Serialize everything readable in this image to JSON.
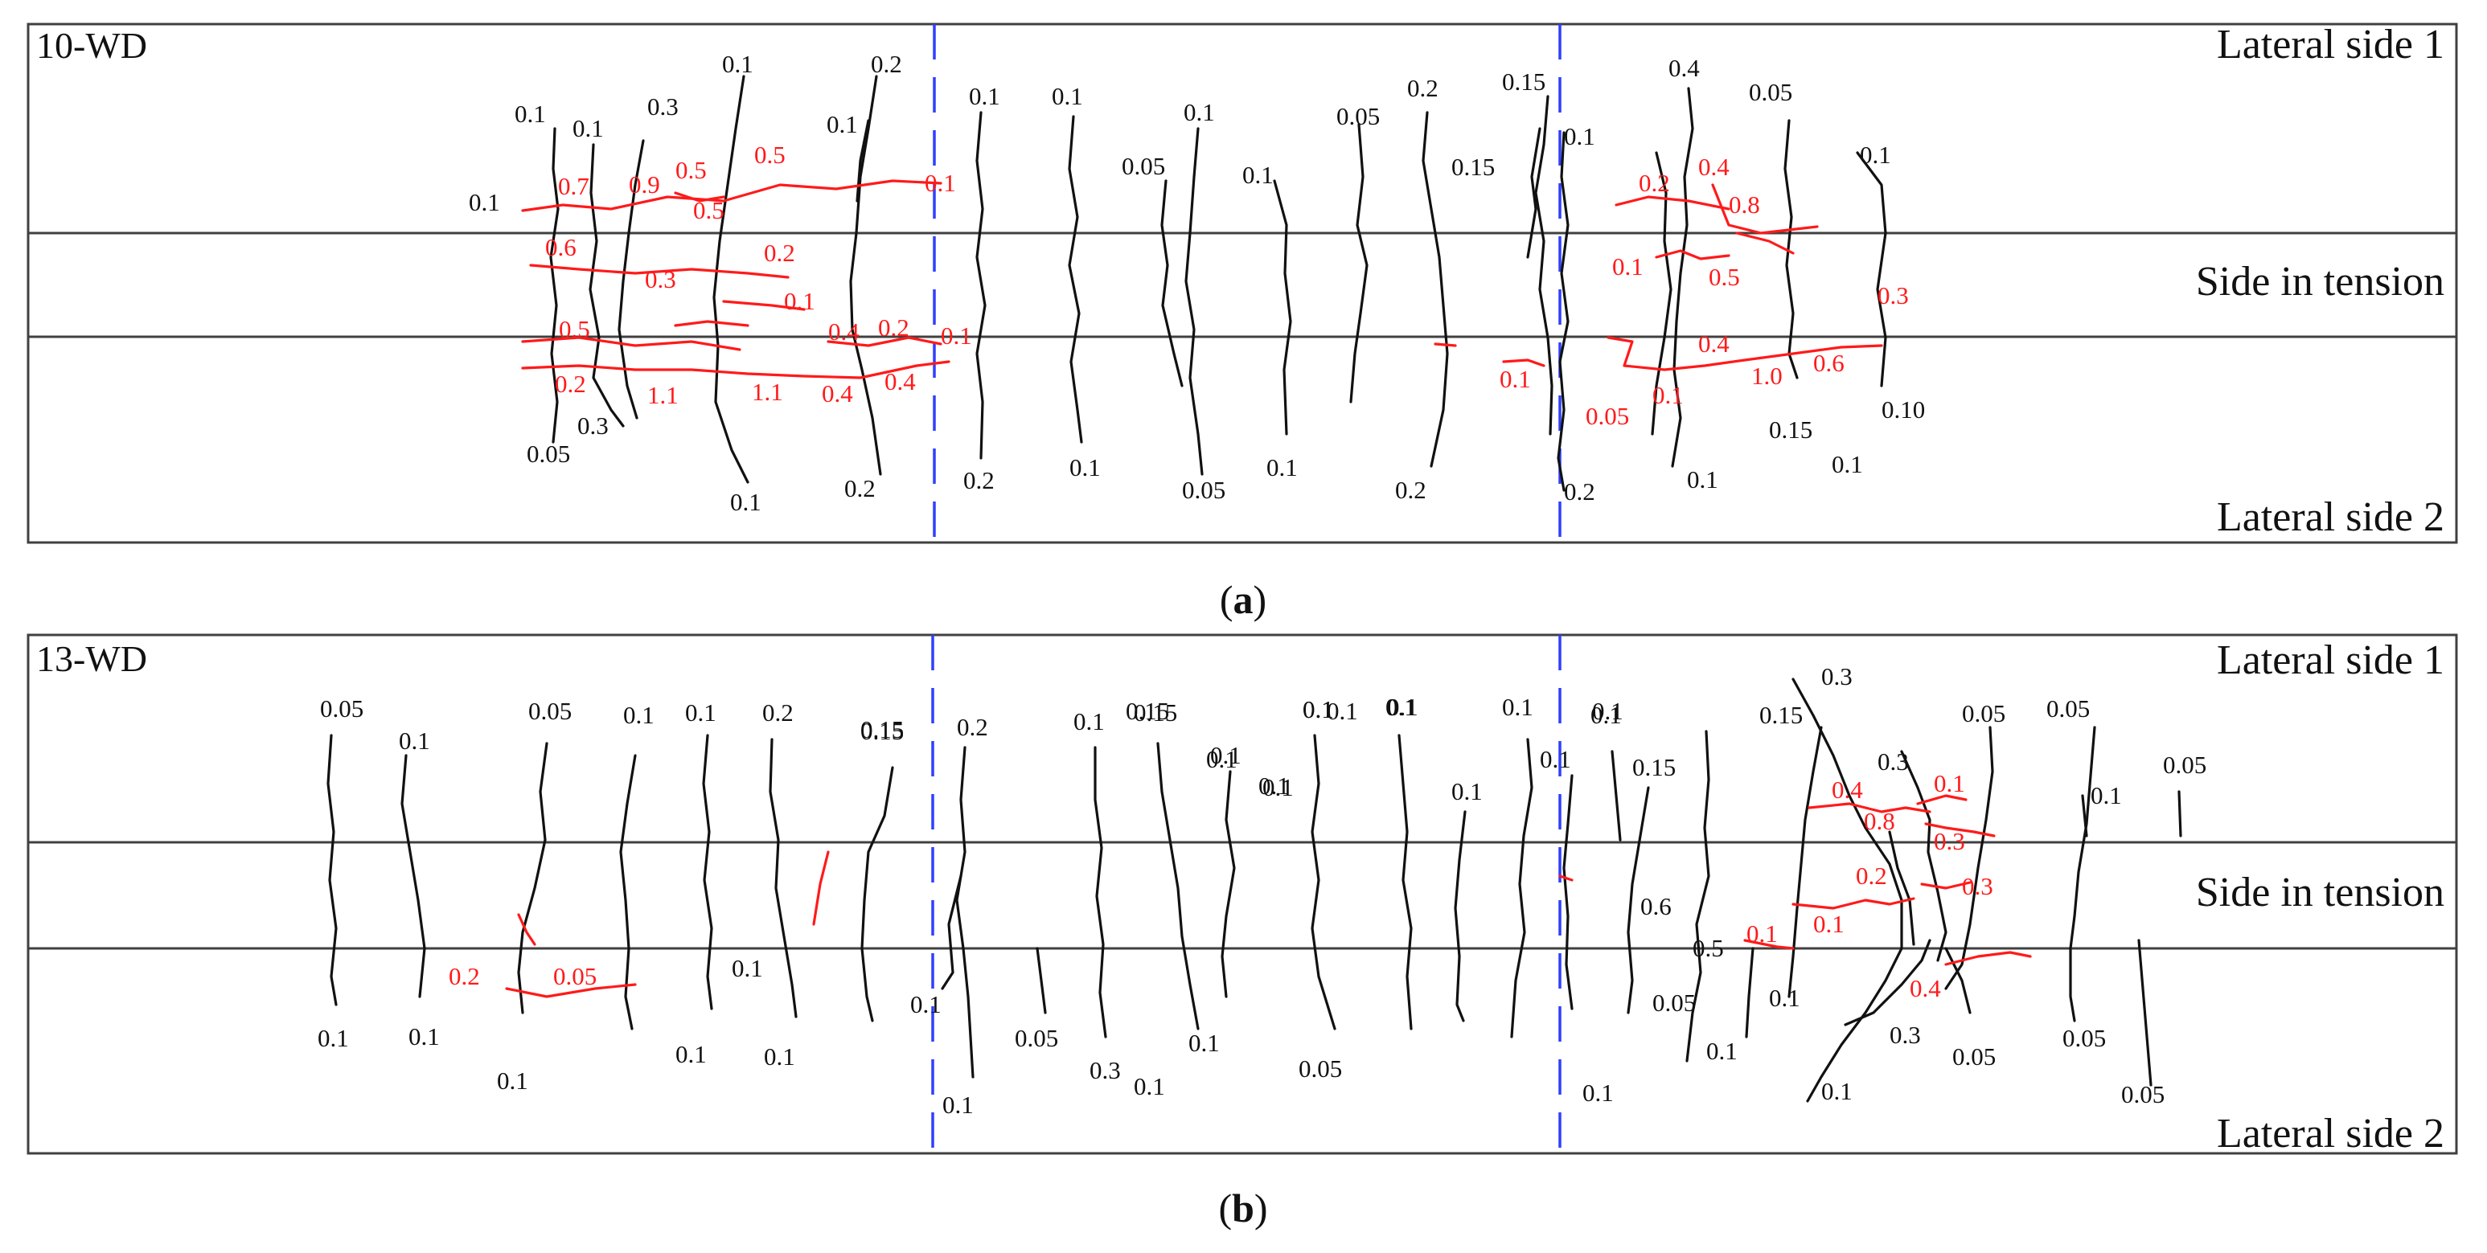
{
  "colors": {
    "frame": "#404040",
    "crack_existing": "#111111",
    "crack_new": "#ff1a1a",
    "support_lines": "#2f3fff"
  },
  "zones": {
    "top": "Lateral side 1",
    "middle": "Side in tension",
    "bottom": "Lateral side 2"
  },
  "panels": [
    {
      "id": "a",
      "specimen": "10-WD",
      "caption_letter": "a",
      "black_labels": [
        "0.1",
        "0.1",
        "0.3",
        "0.1",
        "0.2",
        "0.1",
        "0.1",
        "0.1",
        "0.1",
        "0.05",
        "0.2",
        "0.15",
        "0.4",
        "0.05",
        "0.1",
        "0.1",
        "0.15",
        "0.1",
        "0.05",
        "0.1",
        "0.3",
        "0.1",
        "0.2",
        "0.1",
        "0.05",
        "0.1",
        "0.05",
        "0.2",
        "0.2",
        "0.2",
        "0.15",
        "0.1",
        "0.10",
        "0.1"
      ],
      "red_labels": [
        "0.7",
        "0.9",
        "0.5",
        "0.5",
        "0.5",
        "0.1",
        "0.6",
        "0.2",
        "0.3",
        "0.1",
        "0.5",
        "0.4",
        "0.2",
        "0.1",
        "0.2",
        "1.1",
        "1.1",
        "0.4",
        "0.4",
        "0.2",
        "0.4",
        "0.8",
        "0.1",
        "0.5",
        "0.3",
        "0.4",
        "0.1",
        "0.05",
        "0.1",
        "1.0",
        "0.6"
      ]
    },
    {
      "id": "b",
      "specimen": "13-WD",
      "caption_letter": "b",
      "black_labels": [
        "0.05",
        "0.1",
        "0.05",
        "0.1",
        "0.1",
        "0.2",
        "0.15",
        "0.2",
        "0.1",
        "0.15",
        "0.1",
        "0.1",
        "0.1",
        "0.1",
        "0.1",
        "0.1",
        "0.1",
        "0.15",
        "0.3",
        "0.15",
        "0.3",
        "0.05",
        "0.05",
        "0.1",
        "0.05",
        "0.1",
        "0.1",
        "0.1",
        "0.15",
        "0.1",
        "0.1",
        "0.1",
        "0.1",
        "0.15",
        "0.1",
        "0.1",
        "0.05",
        "0.3",
        "0.1",
        "0.1",
        "0.1",
        "0.05",
        "0.1",
        "0.1",
        "0.1",
        "0.1",
        "0.1",
        "0.6",
        "0.5",
        "0.05",
        "0.1",
        "0.1",
        "0.1",
        "0.3",
        "0.05",
        "0.05",
        "0.1",
        "0.05"
      ],
      "red_labels": [
        "0.2",
        "0.05",
        "0.4",
        "0.8",
        "0.1",
        "0.3",
        "0.2",
        "0.3",
        "0.1",
        "0.1",
        "0.4"
      ]
    }
  ]
}
